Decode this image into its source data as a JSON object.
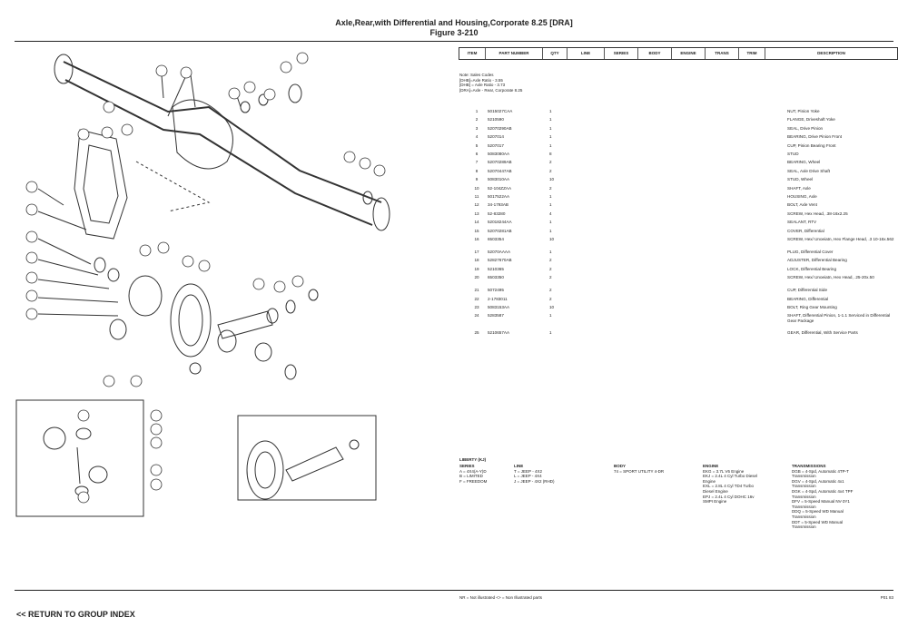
{
  "title": "Axle,Rear,with Differential and Housing,Corporate 8.25 [DRA]",
  "figure": "Figure 3-210",
  "table_headers": [
    "ITEM",
    "PART NUMBER",
    "QTY",
    "LINE",
    "SERIES",
    "BODY",
    "ENGINE",
    "TRANS",
    "TRIM",
    "DESCRIPTION"
  ],
  "intro_lines": [
    "Note: Sales Codes",
    "[DHB]=Axle Ratio - 3.55",
    "[DHB] = Axle Ratio - 3.73",
    "[DRA]=Axle - Rear, Corporate 8.25"
  ],
  "rows": [
    {
      "item": "1",
      "pn": "5015027CAA",
      "qty": "1",
      "desc": "NUT, Pinion Yoke"
    },
    {
      "item": "2",
      "pn": "5210590",
      "qty": "1",
      "desc": "FLANGE, Driveshaft Yoke"
    },
    {
      "item": "3",
      "pn": "52070290AB",
      "qty": "1",
      "desc": "SEAL, Drive Pinion"
    },
    {
      "item": "4",
      "pn": "5207014",
      "qty": "1",
      "desc": "BEARING, Drive Pinion Front"
    },
    {
      "item": "5",
      "pn": "5207017",
      "qty": "1",
      "desc": "CUP, Pinion Bearing Front"
    },
    {
      "item": "6",
      "pn": "5083080AA",
      "qty": "8",
      "desc": "STUD"
    },
    {
      "item": "7",
      "pn": "52070289AB",
      "qty": "2",
      "desc": "BEARING, Wheel"
    },
    {
      "item": "8",
      "pn": "52070447AB",
      "qty": "2",
      "desc": "SEAL, Axle Drive Shaft"
    },
    {
      "item": "9",
      "pn": "5083010AA",
      "qty": "10",
      "desc": "STUD, Wheel"
    },
    {
      "item": "10",
      "pn": "52-104ZZAA",
      "qty": "2",
      "desc": "SHAFT, Axle"
    },
    {
      "item": "11",
      "pn": "5017522AA",
      "qty": "1",
      "desc": "HOUSING, Axle"
    },
    {
      "item": "12",
      "pn": "34-1793AB",
      "qty": "1",
      "desc": "BOLT, Axle Vent"
    },
    {
      "item": "13",
      "pn": "52-83280",
      "qty": "4",
      "desc": "SCREW, Hex Head, .38-16x2.25"
    },
    {
      "item": "14",
      "pn": "52018244AA",
      "qty": "1",
      "desc": "SEALANT, RTV"
    },
    {
      "item": "15",
      "pn": "52070281AB",
      "qty": "1",
      "desc": "COVER, Differential"
    },
    {
      "item": "16",
      "pn": "6503354",
      "qty": "10",
      "desc": "SCREW, Hex/ Unoeiatn, Hex Flange Head, .3 10-16x.562"
    },
    {
      "item": "17",
      "pn": "52070AAAA",
      "qty": "1",
      "desc": "PLUG, Differential Cover"
    },
    {
      "item": "18",
      "pn": "52827670AB",
      "qty": "2",
      "desc": "ADJUSTER, Differential Bearing"
    },
    {
      "item": "19",
      "pn": "5210365",
      "qty": "2",
      "desc": "LOCK, Differential Bearing"
    },
    {
      "item": "20",
      "pn": "6503350",
      "qty": "2",
      "desc": "SCREW, Hex/ Unoeiatn, Hex Head, .25-20x.50"
    },
    {
      "item": "21",
      "pn": "5072495",
      "qty": "2",
      "desc": "CUP, Differential Side"
    },
    {
      "item": "22",
      "pn": "2-1783011",
      "qty": "2",
      "desc": "BEARING, Differential"
    },
    {
      "item": "23",
      "pn": "5083153AA",
      "qty": "10",
      "desc": "BOLT, Ring Gear Mounting"
    },
    {
      "item": "24",
      "pn": "5283587",
      "qty": "1",
      "desc": "SHAFT, Differential Pinion, 1-1.1 Serviced in Differential Gear Package"
    },
    {
      "item": "25",
      "pn": "5210657AA",
      "qty": "1",
      "desc": "GEAR, Differential, With Service Parts"
    }
  ],
  "legend": {
    "liberty_label": "LIBERTY (KJ)",
    "cols": [
      {
        "head": "SERIES",
        "lines": [
          "A = 4X4(A-Y)D",
          "B = LIMITED",
          "F = FREEDOM"
        ]
      },
      {
        "head": "LINE",
        "lines": [
          "T = JEEP - 4X2",
          "L = JEEP - 4X4",
          "J = JEEP - 4X2 (RHD)"
        ]
      },
      {
        "head": "BODY",
        "lines": [
          "74 = SPORT UTILITY 4-DR"
        ]
      },
      {
        "head": "ENGINE",
        "lines": [
          "EKG = 3.7L V6 Engine",
          "EKJ = 2.4L 4 Cyl Turbo Diesel",
          "Engine",
          "EXL = 2.8L 4 Cyl TD4 Turbo",
          "Diesel Engine",
          "EPJ = 2.4L 4 Cyl DOHC 16v",
          "SMPI Engine"
        ]
      },
      {
        "head": "TRANSMISSIONS",
        "lines": [
          "DGB = 4-Spd, Automatic 4TP-T",
          "Transmission",
          "DGV = 4-Spd, Automatic 4x1",
          "Transmission",
          "DGK = 4-Spd, Automatic 4x4 TPF",
          "Transmission",
          "DFV = 5-Speed Manual NV-3Y1",
          "Transmission",
          "DDQ = 5-Speed WD Manual",
          "Transmission",
          "DDT = 5-Speed WD Manual",
          "Transmission"
        ]
      }
    ]
  },
  "footer_note": "NR = Not illustrated    <> = Non Illustrated parts",
  "page_number": "P01 83",
  "return_link": "<< RETURN TO GROUP INDEX"
}
